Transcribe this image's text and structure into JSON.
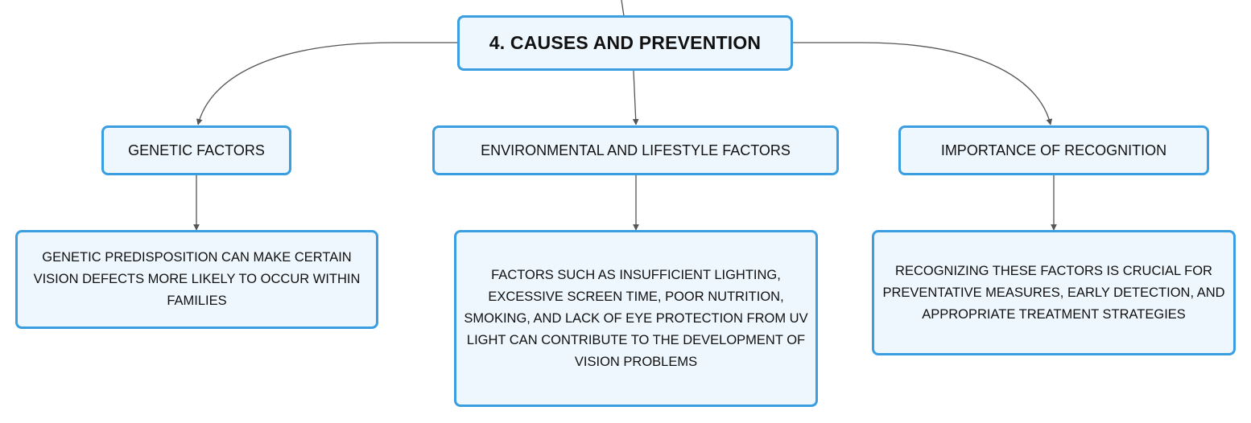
{
  "root": {
    "label": "4. CAUSES AND PREVENTION"
  },
  "branches": [
    {
      "label": "GENETIC FACTORS",
      "detail": "GENETIC PREDISPOSITION CAN MAKE CERTAIN VISION DEFECTS MORE LIKELY TO OCCUR WITHIN FAMILIES"
    },
    {
      "label": "ENVIRONMENTAL AND LIFESTYLE FACTORS",
      "detail": "FACTORS SUCH AS INSUFFICIENT LIGHTING, EXCESSIVE SCREEN TIME, POOR NUTRITION, SMOKING, AND LACK OF EYE PROTECTION FROM UV LIGHT CAN CONTRIBUTE TO THE DEVELOPMENT OF VISION PROBLEMS"
    },
    {
      "label": "IMPORTANCE OF RECOGNITION",
      "detail": "RECOGNIZING THESE FACTORS IS CRUCIAL FOR PREVENTATIVE MEASURES, EARLY DETECTION, AND APPROPRIATE TREATMENT STRATEGIES"
    }
  ],
  "colors": {
    "node_border": "#3a9ee0",
    "node_fill": "#eef7fd",
    "connector": "#555555"
  }
}
